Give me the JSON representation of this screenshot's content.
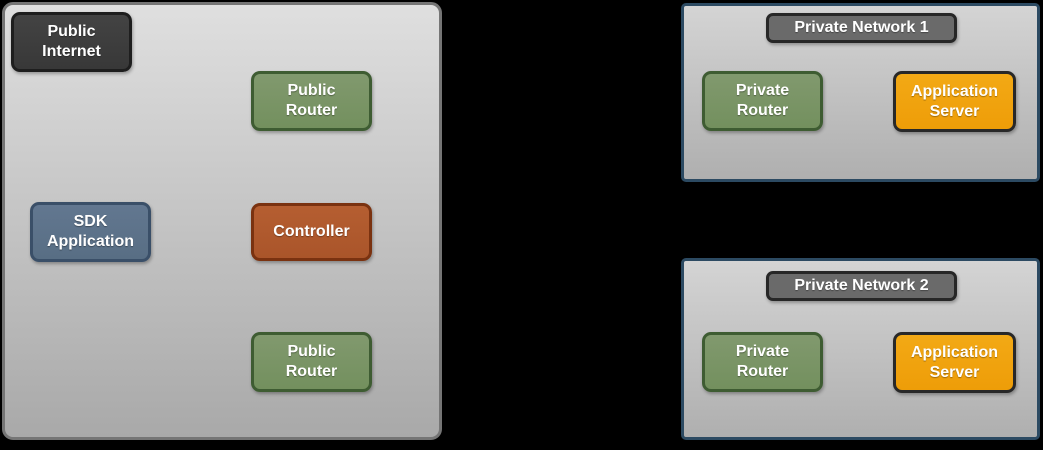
{
  "styles": {
    "canvas": "background:#000000",
    "public_container": "background:linear-gradient(180deg,#dfdfdf 0%,#a9a9a9 100%);border-color:#757575",
    "private_container": "background:linear-gradient(180deg,#d4d4d4 0%,#afafaf 100%);border-color:#2c4a62",
    "dark_node": "background:linear-gradient(180deg,#434343,#383838);border-color:#1e1e1e",
    "title_node": "background:#6a6a6a;border-color:#272727",
    "green_node": "background:linear-gradient(180deg,#81996e,#73905e);border-color:#3e5c32",
    "blue_node": "background:linear-gradient(180deg,#627790,#586e84);border-color:#3a4f68",
    "rust_node": "background:linear-gradient(180deg,#b55e31,#aa552a);border-color:#7a3210",
    "orange_node": "background:linear-gradient(180deg,#f3a915,#ee9d08);border-color:#282828"
  },
  "public_area": {
    "nodes": {
      "public_internet": "Public\nInternet",
      "public_router_top": "Public\nRouter",
      "sdk_application": "SDK\nApplication",
      "controller": "Controller",
      "public_router_bottom": "Public\nRouter"
    }
  },
  "private_network_1": {
    "title": "Private Network 1",
    "private_router": "Private\nRouter",
    "application_server": "Application\nServer"
  },
  "private_network_2": {
    "title": "Private Network 2",
    "private_router": "Private\nRouter",
    "application_server": "Application\nServer"
  }
}
